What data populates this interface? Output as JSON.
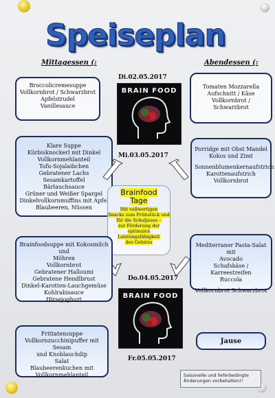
{
  "title": "Speiseplan",
  "headers": {
    "lunch": "Mittagessen (:",
    "dinner": "Abendessen (:"
  },
  "brainfood_label": "BRAIN FOOD",
  "days": [
    {
      "date": "Di.02.05.2017",
      "lunch": [
        "Broccolicremesuppe",
        "Vollkornbrot / Schwarzbrot",
        "Apfelstrudel",
        "Vanillesauce"
      ],
      "dinner": [
        "Tomaten Mozzarella",
        "Aufschnitt / Käse",
        "Vollkornbrot / Schwarzbrot"
      ]
    },
    {
      "date": "Mi.03.05.2017",
      "lunch": [
        "Klare Suppe",
        "Kürbisknockerl mit Dinkel",
        "Vollkornmehlanteil",
        "Tofu-Sojalaibchen",
        "Gebratener Lachs",
        "Sesamkartoffel",
        "Bärlauchsauce",
        "Grüner und Weißer Spargel",
        "Dinkelvollkornmuffins mit Apfel",
        "Blaubeeren, Nüssen"
      ],
      "dinner": [
        "Porridge mit Obst Mandel",
        "Kokos und Zimt",
        "",
        "Sonnenblumenkernaufstrich",
        "Karottenaufstrich",
        "Vollkornbrot"
      ]
    },
    {
      "date": "Do.04.05.2017",
      "lunch": [
        "Brainfoodsuppe mit Kokosmilch und",
        "Möhren",
        "Vollkornbrot",
        "Gebratener Halloumi",
        "Gebratene Hendlbrust",
        "Dinkel-Karotten-Lauchgemüse",
        "Kohlrabisauce",
        "Hirsejoghurt"
      ],
      "dinner": [
        "Mediterraner Pasta-Salat mit",
        "Avocado",
        "Schafskäse / Karreestreifen",
        "Ruccola",
        "",
        "Vollkornbrot Schwarzbrot"
      ]
    },
    {
      "date": "Fr.05.05.2017",
      "lunch": [
        "Frittatensuppe",
        "Vollkornzucchinipuffer mit Sesam",
        "und Knoblauchdip",
        "Salat",
        "Blaubeerenkuchen mit",
        "Vollkornmehlanteil"
      ],
      "dinner": [
        "Jause"
      ]
    }
  ],
  "center": {
    "title": "Brainfood",
    "subtitle": "Tage",
    "lines": [
      "Mit vollwertigen",
      "Snacks zum Frühstück und",
      "für die Schuljause –",
      "zur Förderung der optimalen",
      "Leistungsfähigkeit",
      "des Gehirns"
    ]
  },
  "note": [
    "Saisonelle und lieferbedingte",
    "Änderungen vorbehalten!!"
  ],
  "colors": {
    "title": "#2f5fb8",
    "highlight": "#f6f020",
    "border": "#1d2c5a"
  }
}
